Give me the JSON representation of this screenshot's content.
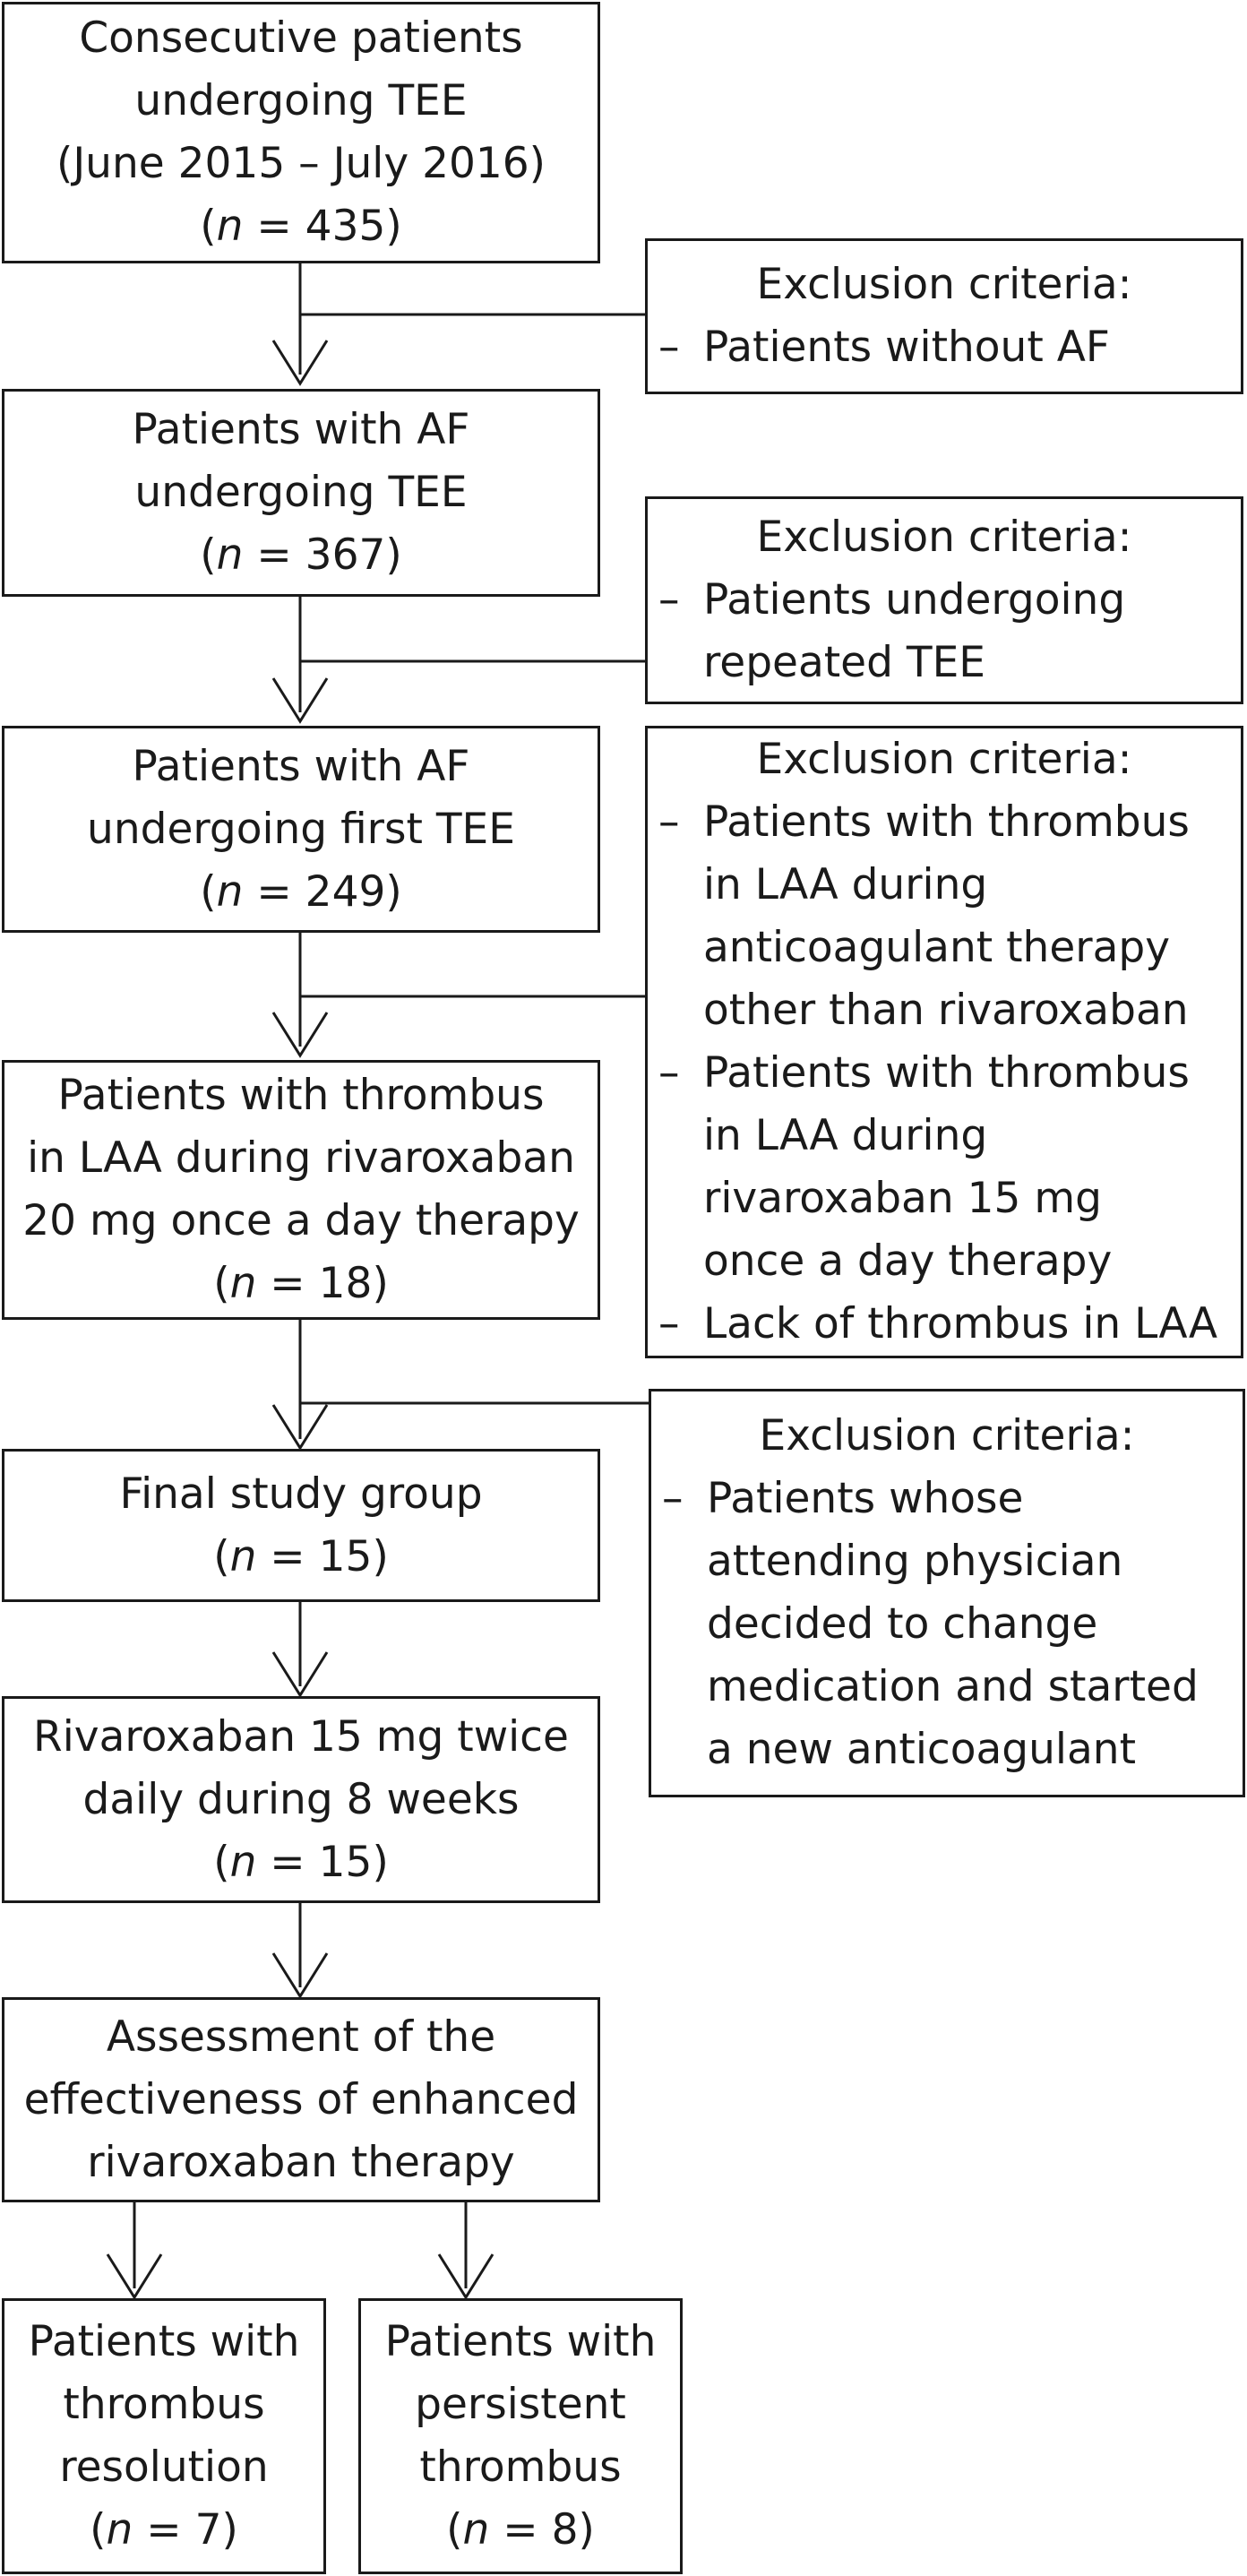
{
  "n_symbol": "n",
  "main_boxes": [
    {
      "id": "consecutive",
      "lines": [
        "Consecutive patients",
        "undergoing TEE",
        "(June 2015 – July 2016)"
      ],
      "n": "435"
    },
    {
      "id": "af",
      "lines": [
        "Patients with AF",
        "undergoing TEE"
      ],
      "n": "367"
    },
    {
      "id": "af-first",
      "lines": [
        "Patients with AF",
        "undergoing first TEE"
      ],
      "n": "249"
    },
    {
      "id": "thrombus-20mg",
      "lines": [
        "Patients with thrombus",
        "in LAA during rivaroxaban",
        "20 mg once a day therapy"
      ],
      "n": "18"
    },
    {
      "id": "final",
      "lines": [
        "Final study group"
      ],
      "n": "15"
    },
    {
      "id": "rivaroxaban-15mg",
      "lines": [
        "Rivaroxaban 15 mg twice",
        "daily during 8 weeks"
      ],
      "n": "15"
    },
    {
      "id": "assessment",
      "lines": [
        "Assessment of the",
        "effectiveness of enhanced",
        "rivaroxaban therapy"
      ]
    },
    {
      "id": "resolution",
      "lines": [
        "Patients with",
        "thrombus",
        "resolution"
      ],
      "n": "7"
    },
    {
      "id": "persistent",
      "lines": [
        "Patients with",
        "persistent",
        "thrombus"
      ],
      "n": "8"
    }
  ],
  "exclusions": [
    {
      "title": "Exclusion criteria:",
      "items": [
        [
          "Patients without AF"
        ]
      ]
    },
    {
      "title": "Exclusion criteria:",
      "items": [
        [
          "Patients undergoing",
          "repeated TEE"
        ]
      ]
    },
    {
      "title": "Exclusion criteria:",
      "items": [
        [
          "Patients with thrombus",
          "in LAA during",
          "anticoagulant therapy",
          "other than rivaroxaban"
        ],
        [
          "Patients with thrombus",
          "in LAA during",
          "rivaroxaban 15 mg",
          "once a day therapy"
        ],
        [
          "Lack of thrombus in LAA"
        ]
      ]
    },
    {
      "title": "Exclusion criteria:",
      "items": [
        [
          "Patients whose",
          "attending physician",
          "decided to change",
          "medication and started",
          "a new anticoagulant"
        ]
      ]
    }
  ],
  "dash": "–"
}
